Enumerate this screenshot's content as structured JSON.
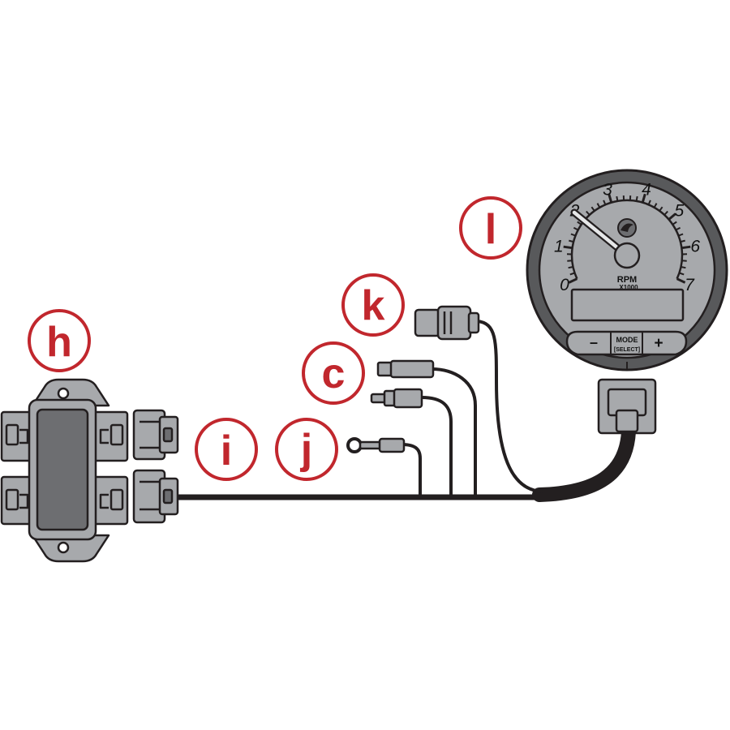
{
  "callouts": {
    "h": "h",
    "i": "i",
    "j": "j",
    "c": "c",
    "k": "k",
    "l": "l"
  },
  "gauge": {
    "dial_numbers": [
      "0",
      "1",
      "2",
      "3",
      "4",
      "5",
      "6",
      "7"
    ],
    "units_line1": "RPM",
    "units_line2": "X1000",
    "buttons": {
      "minus": "–",
      "mode": "MODE",
      "select": "[SELECT]",
      "plus": "+"
    }
  },
  "colors": {
    "callout": "#c1272d",
    "component_fill": "#a7a9ac",
    "outline": "#231f20",
    "cable": "#231f20"
  }
}
